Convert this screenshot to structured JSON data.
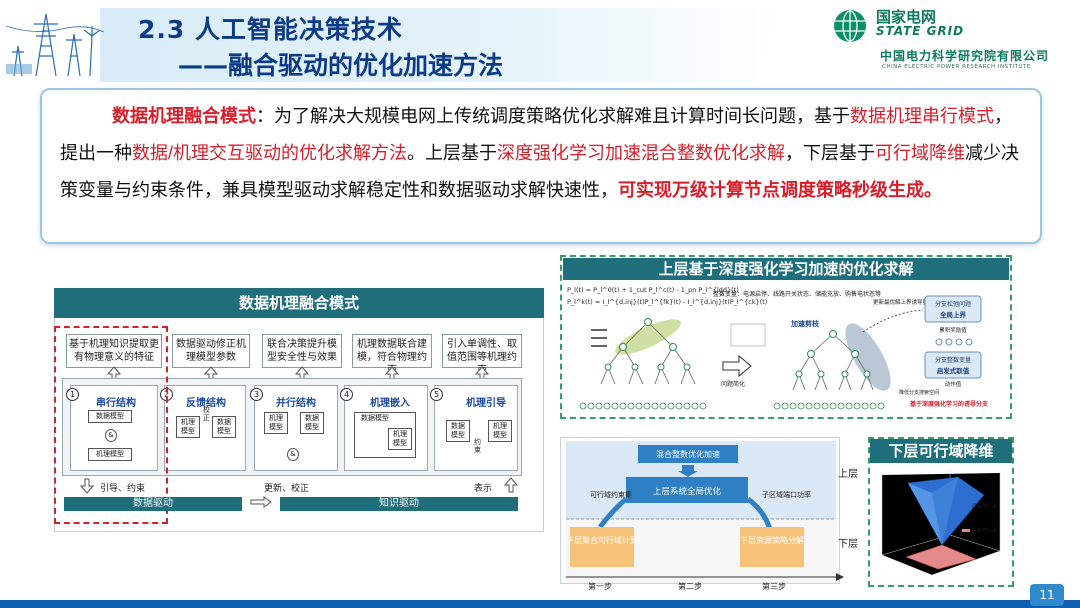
{
  "header": {
    "title": "2.3 人工智能决策技术",
    "subtitle": "——融合驱动的优化加速方法",
    "logo_cn": "国家电网",
    "logo_en": "STATE GRID",
    "org_cn": "中国电力科学研究院有限公司",
    "org_en": "CHINA ELECTRIC POWER RESEARCH INSTITUTE"
  },
  "intro": {
    "p1_highlight": "数据机理融合模式",
    "p1": "：为了解决大规模电网上传统调度策略优化求解难且计算时间长问题，基于",
    "p2_highlight": "数据机理串行模式",
    "p2": "，提出一种",
    "p3_highlight": "数据/机理交互驱动的优化求解方法",
    "p3": "。上层基于",
    "p4_highlight": "深度强化学习加速混合整数优化求解",
    "p4": "，下层基于",
    "p5_highlight": "可行域降维",
    "p5": "减少决策变量与约束条件，兼具模型驱动求解稳定性和数据驱动求解快速性，",
    "p6_highlight": "可实现万级计算节点调度策略秒级生成。"
  },
  "left_diagram": {
    "title": "数据机理融合模式",
    "descriptions": [
      "基于机理知识提取更有物理意义的特征",
      "数据驱动修正机理模型参数",
      "联合决策提升模型安全性与效果",
      "机理数据联合建模，符合物理约束",
      "引入单调性、取值范围等机理约束"
    ],
    "modules": [
      {
        "num": "1",
        "title": "串行结构",
        "a": "数据模型",
        "b": "机理模型",
        "op": "&"
      },
      {
        "num": "2",
        "title": "反馈结构",
        "a": "机理模型",
        "b": "数据模型",
        "op": "校正"
      },
      {
        "num": "3",
        "title": "并行结构",
        "a": "机理模型",
        "b": "数据模型",
        "op": "&"
      },
      {
        "num": "4",
        "title": "机理嵌入",
        "a": "数据模型",
        "b": "机理模型",
        "op": ""
      },
      {
        "num": "5",
        "title": "机理引导",
        "a": "数据模型",
        "b": "机理模型",
        "op": "约束"
      }
    ],
    "bottom_left_label": "引导、约束",
    "bottom_mid_label": "更新、校正",
    "bottom_right_label": "表示",
    "bar_data": "数据驱动",
    "bar_knowledge": "知识驱动"
  },
  "rl_panel": {
    "title": "上层基于深度强化学习加速的优化求解",
    "formula1": "P_l(t) = P_l^0(t) + 1_cut P_l^c(t) - 1_pn P_l^{ldd}(t)",
    "formula2": "P_l^k(t) = I_l^{d,inj}(t)P_l^{fk}(t) - I_l^{d,inj}(t)P_l^{ck}(t)",
    "var_label": "整数变量：电源启停、线路开关状态、储能充放、购售电状态等",
    "middle_label": "加速剪枝",
    "problem_label": "问题简化",
    "right_note1": "更新最优解上界诱导剪枝",
    "box1_top": "分支松弛问题",
    "box1_bottom": "全局上界",
    "label_reward": "累积奖励值",
    "box2_top": "分支整数变量",
    "box2_bottom": "启发式取值",
    "label_action": "动作值",
    "label_search": "降低分支搜索空间",
    "footer_note": "基于深度强化学习的诱导分支"
  },
  "two_layer": {
    "top_box": "混合整数优化加速",
    "center_box": "上层系统全局优化",
    "left_label": "可行域约束集",
    "right_label": "子区域端口功率",
    "bottom_left": "下层聚合可行域计算",
    "bottom_right": "下层资源策略分解",
    "side_top": "上层",
    "side_bottom": "下层",
    "step1": "第一步",
    "step2": "第二步",
    "step3": "第三步"
  },
  "feasible": {
    "title": "下层可行域降维",
    "legend1": "原始可行域",
    "legend2": "投影可行域"
  },
  "footer": {
    "page": "11"
  }
}
